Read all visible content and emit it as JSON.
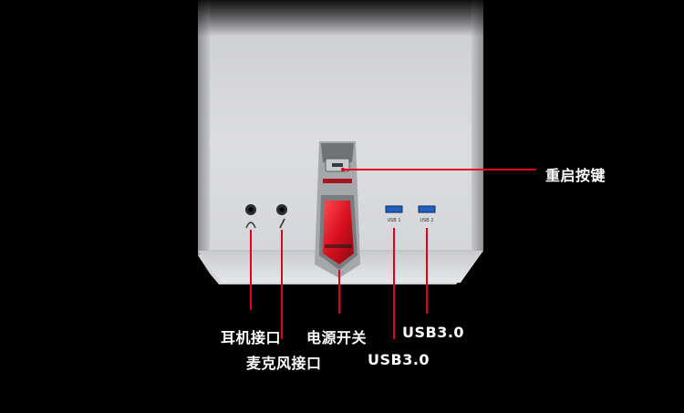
{
  "labels": {
    "restart": "重启按键",
    "headphone": "耳机接口",
    "power": "电源开关",
    "usb_upper": "USB3.0",
    "mic": "麦克风接口",
    "usb_lower": "USB3.0"
  },
  "ports": {
    "usb1": "USB 1",
    "usb2": "USB 2"
  },
  "colors": {
    "background": "#000000",
    "case": "#d9dadc",
    "callout_line": "#e0001b",
    "power_button": "#d8101e",
    "usb_port": "#1f5fbf",
    "label": "#ffffff"
  }
}
